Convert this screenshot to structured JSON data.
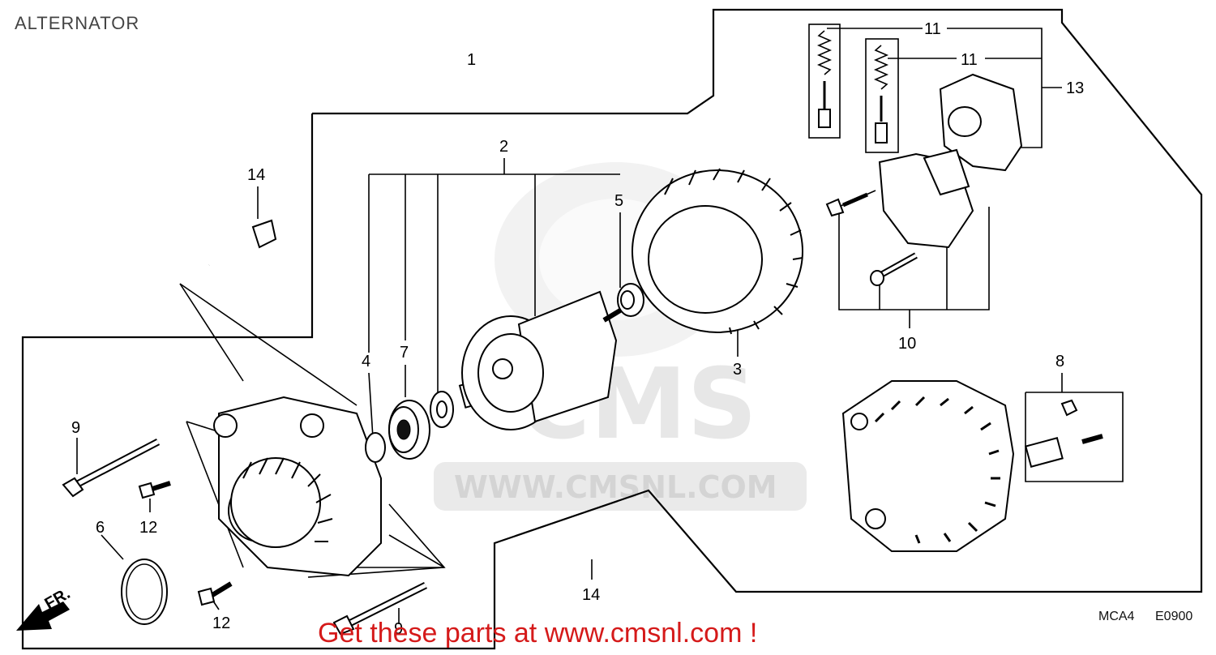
{
  "title": "ALTERNATOR",
  "watermark": {
    "brand": "CMS",
    "url": "WWW.CMSNL.COM"
  },
  "callouts": {
    "c1": "1",
    "c2": "2",
    "c3": "3",
    "c4": "4",
    "c5": "5",
    "c6": "6",
    "c7": "7",
    "c8": "8",
    "c9a": "9",
    "c9b": "9",
    "c10": "10",
    "c11a": "11",
    "c11b": "11",
    "c12a": "12",
    "c12b": "12",
    "c13": "13",
    "c14a": "14",
    "c14b": "14"
  },
  "front_marker": "FR.",
  "diagram_codes": {
    "model": "MCA4",
    "ref": "E0900"
  },
  "promo_text": "Get these parts at www.cmsnl.com !",
  "colors": {
    "line": "#000000",
    "promo": "#d51a1a",
    "watermark": "#d9d9d9",
    "title": "#444444"
  }
}
